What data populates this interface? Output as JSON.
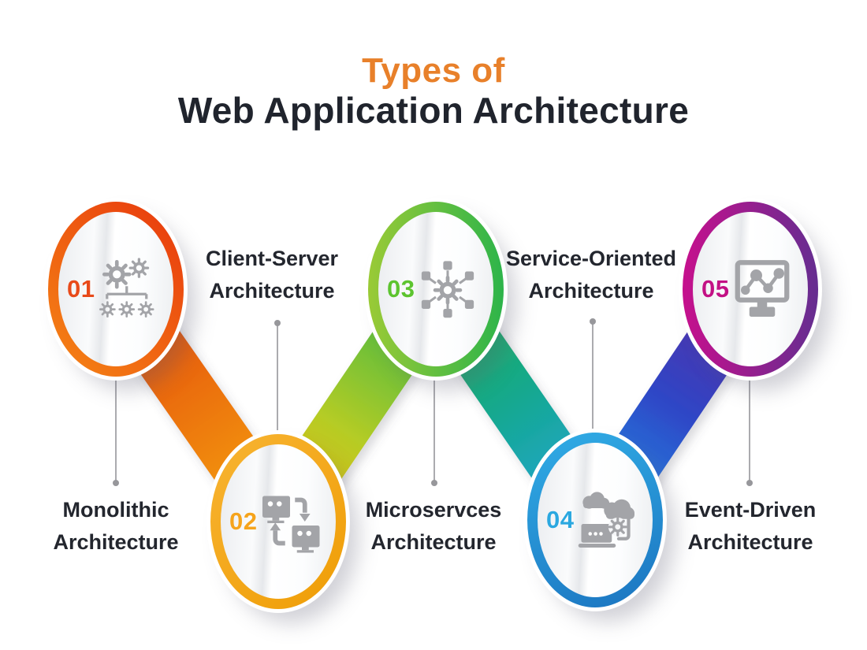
{
  "title": {
    "accent": "Types of",
    "main": "Web Application Architecture"
  },
  "colors": {
    "accent_orange": "#e8802a",
    "title_text": "#20242d",
    "label_text": "#23262e",
    "icon_gray": "#a3a4a8",
    "connector_line_gray": "#ababaf"
  },
  "nodes": [
    {
      "number": "01",
      "label": "Monolithic Architecture",
      "label_position": "below",
      "icon": "gears-hierarchy-icon",
      "number_color": "#e84a1a",
      "ring_from": "#f58616",
      "ring_to": "#e8380d",
      "ring_angle": "45deg"
    },
    {
      "number": "02",
      "label": "Client-Server Architecture",
      "label_position": "above",
      "icon": "client-server-exchange-icon",
      "number_color": "#f6a41c",
      "ring_from": "#f8b433",
      "ring_to": "#ef9d05",
      "ring_angle": "135deg"
    },
    {
      "number": "03",
      "label": "Microservces Architecture",
      "label_position": "below",
      "icon": "microservices-hub-icon",
      "number_color": "#5dc42f",
      "ring_from": "#9aca36",
      "ring_to": "#2db44a",
      "ring_angle": "90deg"
    },
    {
      "number": "04",
      "label": "Service-Oriented Architecture",
      "label_position": "above",
      "icon": "cloud-services-icon",
      "number_color": "#2ba8e0",
      "ring_from": "#31ade6",
      "ring_to": "#1b74c0",
      "ring_angle": "160deg"
    },
    {
      "number": "05",
      "label": "Event-Driven Architecture",
      "label_position": "below",
      "icon": "event-monitor-icon",
      "number_color": "#c31185",
      "ring_from": "#c6108d",
      "ring_to": "#652d90",
      "ring_angle": "90deg"
    }
  ],
  "connectors": [
    {
      "from": "01",
      "to": "02",
      "gradient": [
        "#dd3b10",
        "#e96511",
        "#f6a60b"
      ]
    },
    {
      "from": "02",
      "to": "03",
      "gradient": [
        "#f0b90b",
        "#b5cc25",
        "#2db44a"
      ]
    },
    {
      "from": "03",
      "to": "04",
      "gradient": [
        "#2db44a",
        "#13a88f",
        "#2aa5e0"
      ]
    },
    {
      "from": "04",
      "to": "05",
      "gradient": [
        "#2596e8",
        "#2e46c6",
        "#5e2aa0"
      ]
    }
  ]
}
